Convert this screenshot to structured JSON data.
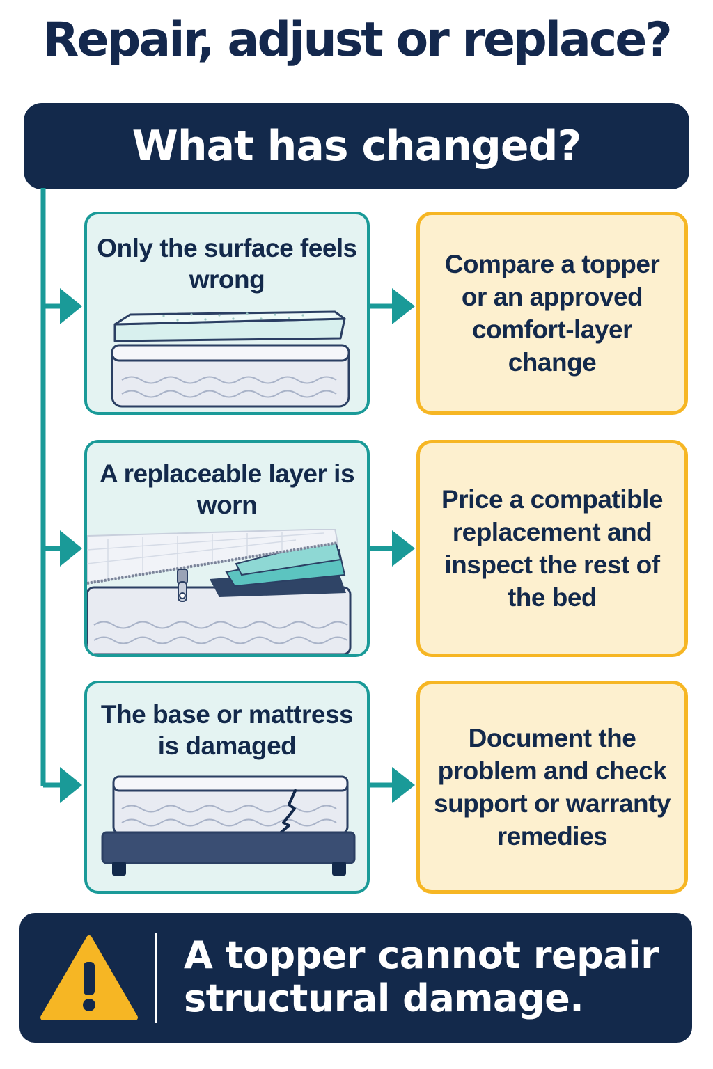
{
  "title": "Repair, adjust or replace?",
  "question": "What has changed?",
  "colors": {
    "navy": "#13294b",
    "teal": "#1a9a98",
    "amber": "#f6b624",
    "cream": "#fdf0cf",
    "mint": "#e4f3f2"
  },
  "rows": [
    {
      "condition": "Only the surface feels wrong",
      "action": "Compare a topper or an approved comfort-layer change",
      "illustration_icon": "mattress-topper-icon"
    },
    {
      "condition": "A replaceable layer is worn",
      "action": "Price a compatible replacement and inspect the rest of the bed",
      "illustration_icon": "zipped-mattress-layer-icon"
    },
    {
      "condition": "The base or mattress is damaged",
      "action": "Document the problem and check support or warranty remedies",
      "illustration_icon": "damaged-mattress-icon"
    }
  ],
  "warning": {
    "icon": "warning-icon",
    "text": "A topper cannot repair structural damage."
  }
}
